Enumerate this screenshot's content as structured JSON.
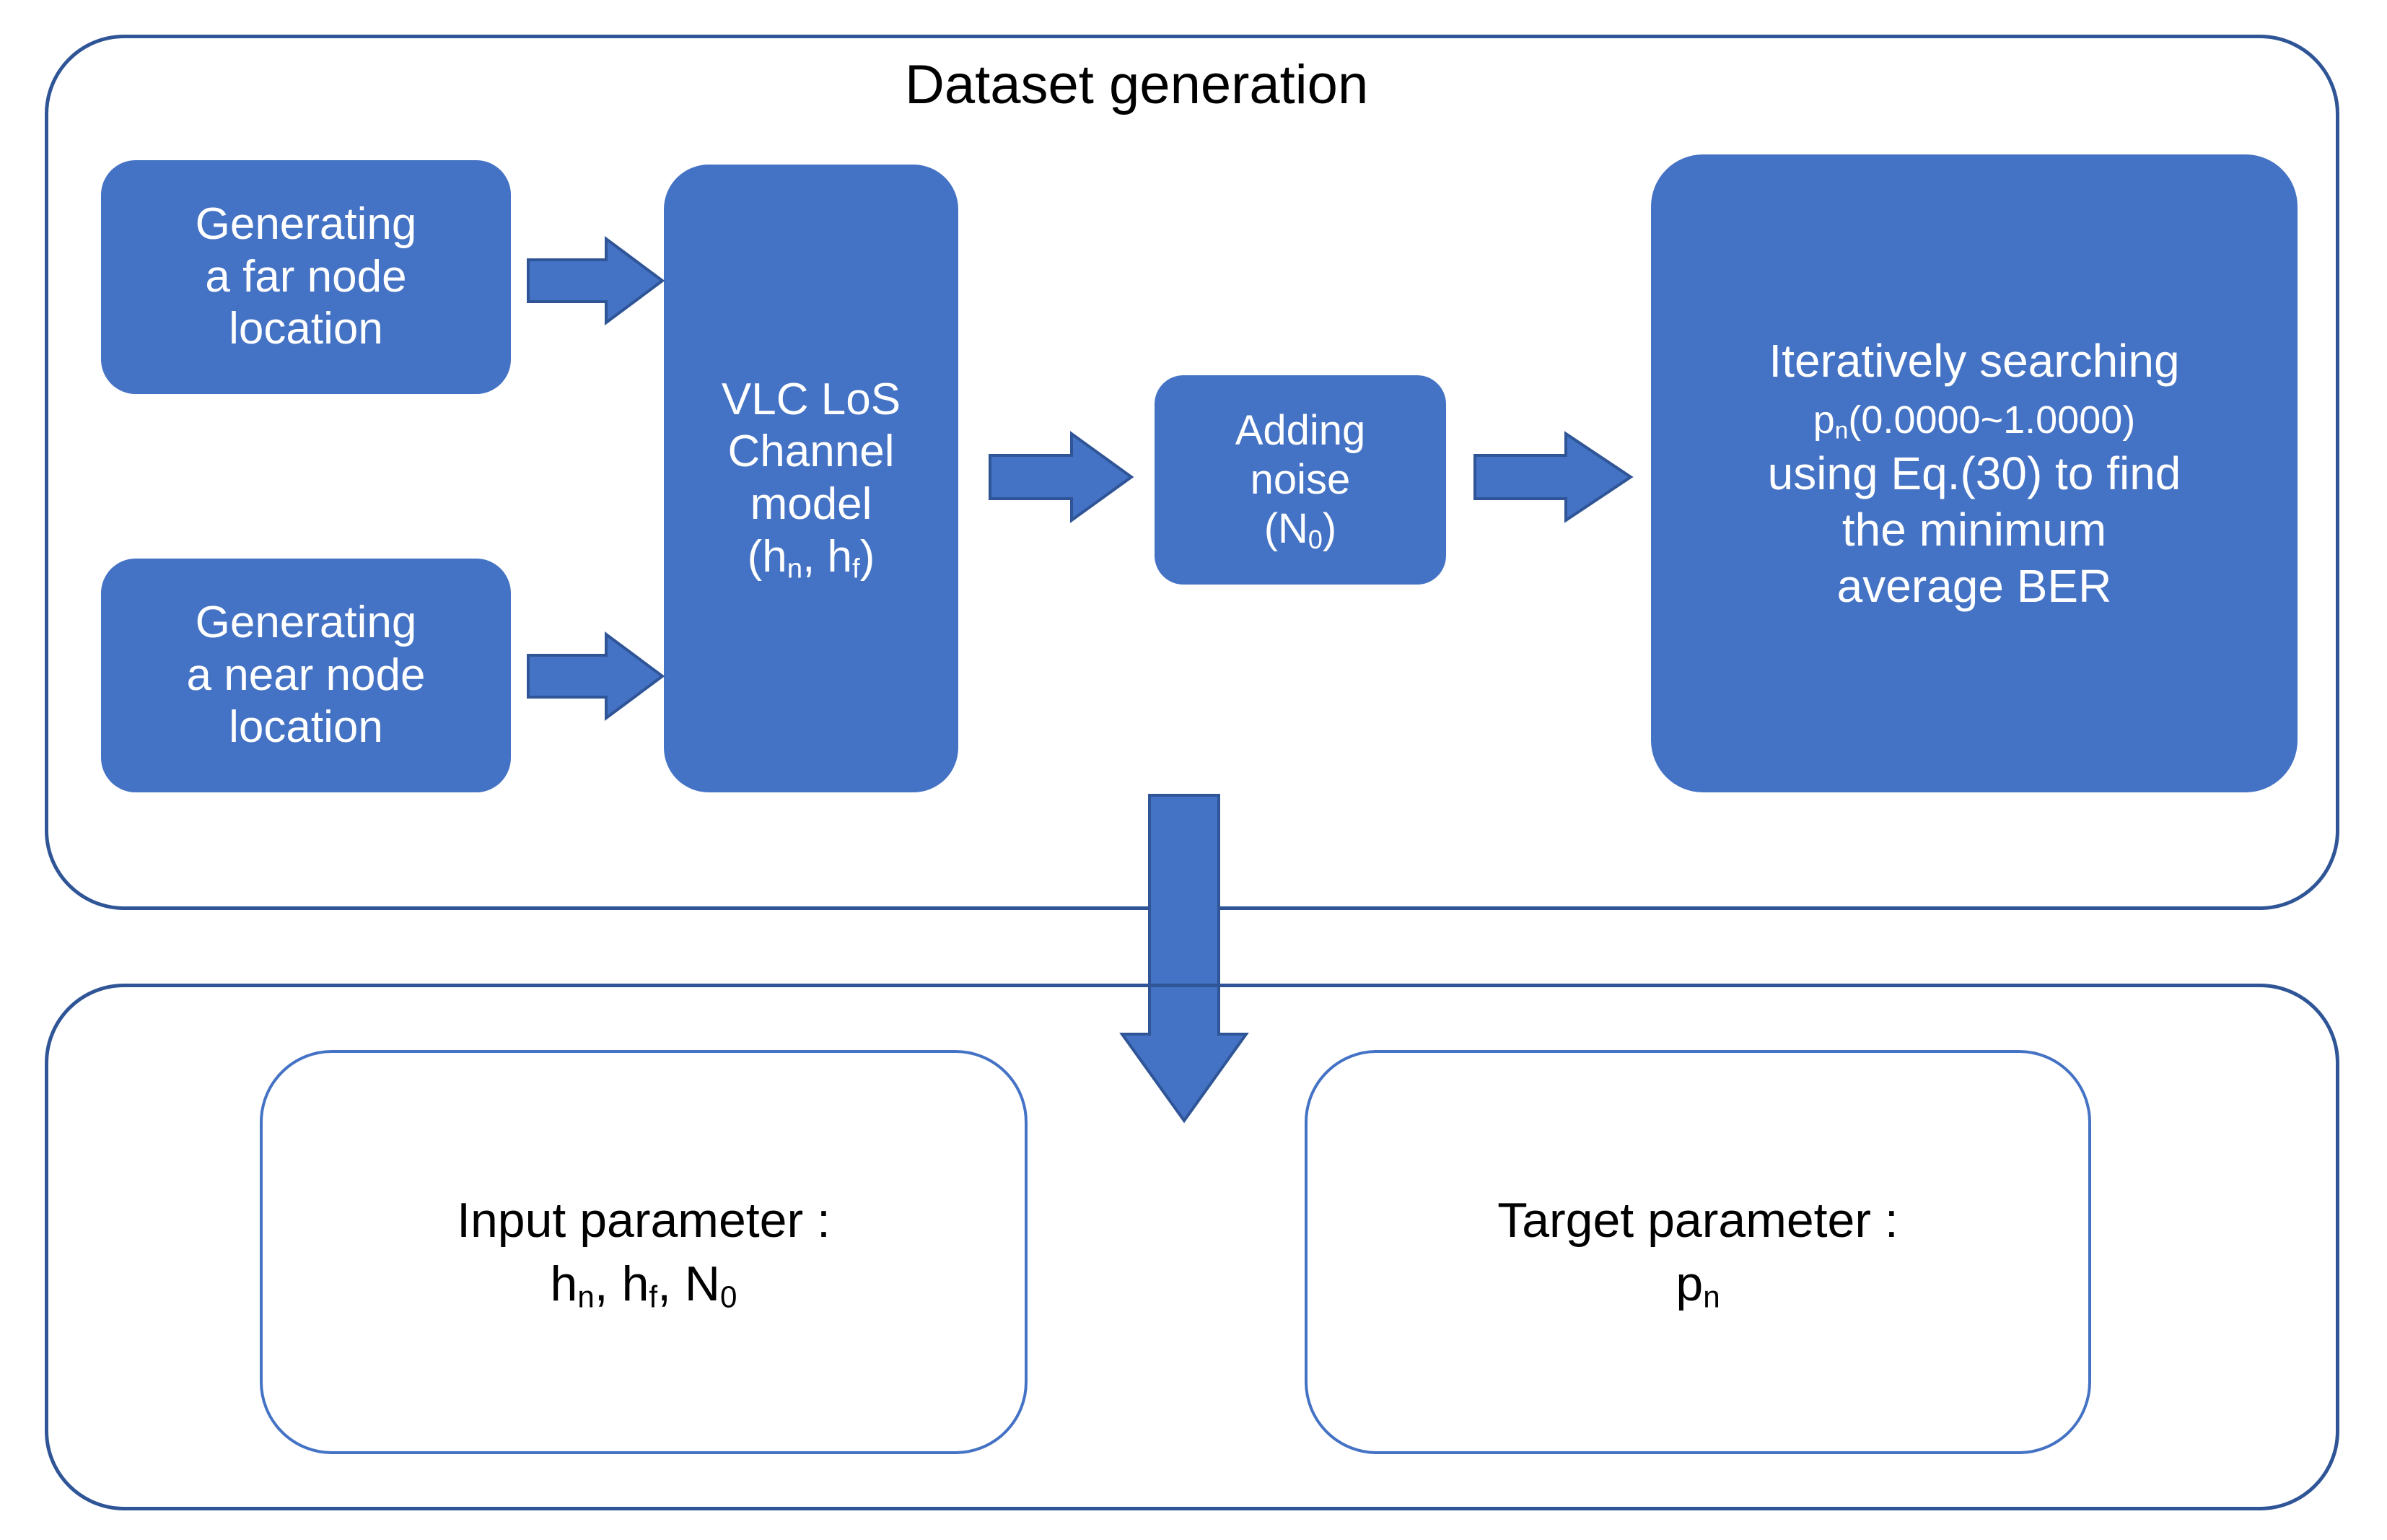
{
  "diagram": {
    "title": "Dataset generation",
    "colors": {
      "box_fill": "#4472C4",
      "box_text": "#FFFFFF",
      "container_border": "#2F5597",
      "outline_border": "#4472C4",
      "arrow_fill": "#4472C4",
      "arrow_stroke": "#2F5597",
      "label_text": "#000000"
    }
  },
  "dataset_section": {
    "title": "Dataset generation",
    "boxes": {
      "far_node": {
        "line1": "Generating",
        "line2": "a far node",
        "line3": "location"
      },
      "near_node": {
        "line1": "Generating",
        "line2": "a near node",
        "line3": "location"
      },
      "vlc_channel": {
        "line1": "VLC LoS",
        "line2": "Channel",
        "line3": "model",
        "line4_prefix": "(h",
        "line4_sub1": "n",
        "line4_mid": ",  h",
        "line4_sub2": "f",
        "line4_suffix": ")"
      },
      "adding_noise": {
        "line1": "Adding",
        "line2": "noise",
        "line3_prefix": "(N",
        "line3_sub": "0",
        "line3_suffix": ")"
      },
      "iterative_search": {
        "line1": "Iteratively searching",
        "line2_prefix": "p",
        "line2_sub": "n",
        "line2_suffix": "(0.0000~1.0000)",
        "line3": "using Eq.(30) to find",
        "line4": "the minimum",
        "line5": "average BER"
      }
    }
  },
  "parameters_section": {
    "input_parameter": {
      "label": "Input parameter :",
      "value_h_prefix": "h",
      "value_h_sub": "n",
      "value_sep1": ", h",
      "value_f_sub": "f",
      "value_sep2": ", N",
      "value_n_sub": "0"
    },
    "target_parameter": {
      "label": "Target parameter :",
      "value_prefix": "p",
      "value_sub": "n"
    }
  },
  "arrows": {
    "far_to_channel": "arrow-right",
    "near_to_channel": "arrow-right",
    "channel_to_noise": "arrow-right",
    "noise_to_search": "arrow-right",
    "dataset_to_parameters": "arrow-down"
  }
}
